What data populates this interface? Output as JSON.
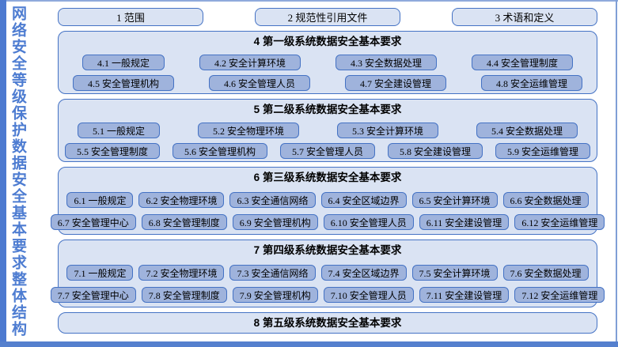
{
  "sidebar": {
    "title": "网络安全等级保护数据安全基本要求整体结构"
  },
  "top_boxes": [
    {
      "label": "1 范围"
    },
    {
      "label": "2 规范性引用文件"
    },
    {
      "label": "3 术语和定义"
    }
  ],
  "sections": [
    {
      "title": "4 第一级系统数据安全基本要求",
      "rows": [
        [
          "4.1 一般规定",
          "4.2 安全计算环境",
          "4.3 安全数据处理",
          "4.4 安全管理制度"
        ],
        [
          "4.5 安全管理机构",
          "4.6 安全管理人员",
          "4.7 安全建设管理",
          "4.8 安全运维管理"
        ]
      ]
    },
    {
      "title": "5 第二级系统数据安全基本要求",
      "rows": [
        [
          "5.1 一般规定",
          "5.2 安全物理环境",
          "5.3 安全计算环境",
          "5.4 安全数据处理"
        ],
        [
          "5.5 安全管理制度",
          "5.6 安全管理机构",
          "5.7 安全管理人员",
          "5.8 安全建设管理",
          "5.9 安全运维管理"
        ]
      ]
    },
    {
      "title": "6 第三级系统数据安全基本要求",
      "rows": [
        [
          "6.1 一般规定",
          "6.2 安全物理环境",
          "6.3 安全通信网络",
          "6.4 安全区域边界",
          "6.5 安全计算环境",
          "6.6 安全数据处理"
        ],
        [
          "6.7 安全管理中心",
          "6.8 安全管理制度",
          "6.9 安全管理机构",
          "6.10 安全管理人员",
          "6.11 安全建设管理",
          "6.12 安全运维管理"
        ]
      ]
    },
    {
      "title": "7 第四级系统数据安全基本要求",
      "rows": [
        [
          "7.1 一般规定",
          "7.2 安全物理环境",
          "7.3 安全通信网络",
          "7.4 安全区域边界",
          "7.5 安全计算环境",
          "7.6 安全数据处理"
        ],
        [
          "7.7 安全管理中心",
          "7.8 安全管理制度",
          "7.9 安全管理机构",
          "7.10 安全管理人员",
          "7.11 安全建设管理",
          "7.12 安全运维管理"
        ]
      ]
    },
    {
      "title": "8 第五级系统数据安全基本要求",
      "rows": []
    }
  ],
  "colors": {
    "border_blue": "#4472c4",
    "container_fill": "#dae3f3",
    "chip_fill": "#9fb3dc",
    "title_blue": "#4d7cd1",
    "frame_left": "#4d7ad0",
    "frame_bottom": "#5580ce",
    "frame_top": "#8faadc"
  }
}
